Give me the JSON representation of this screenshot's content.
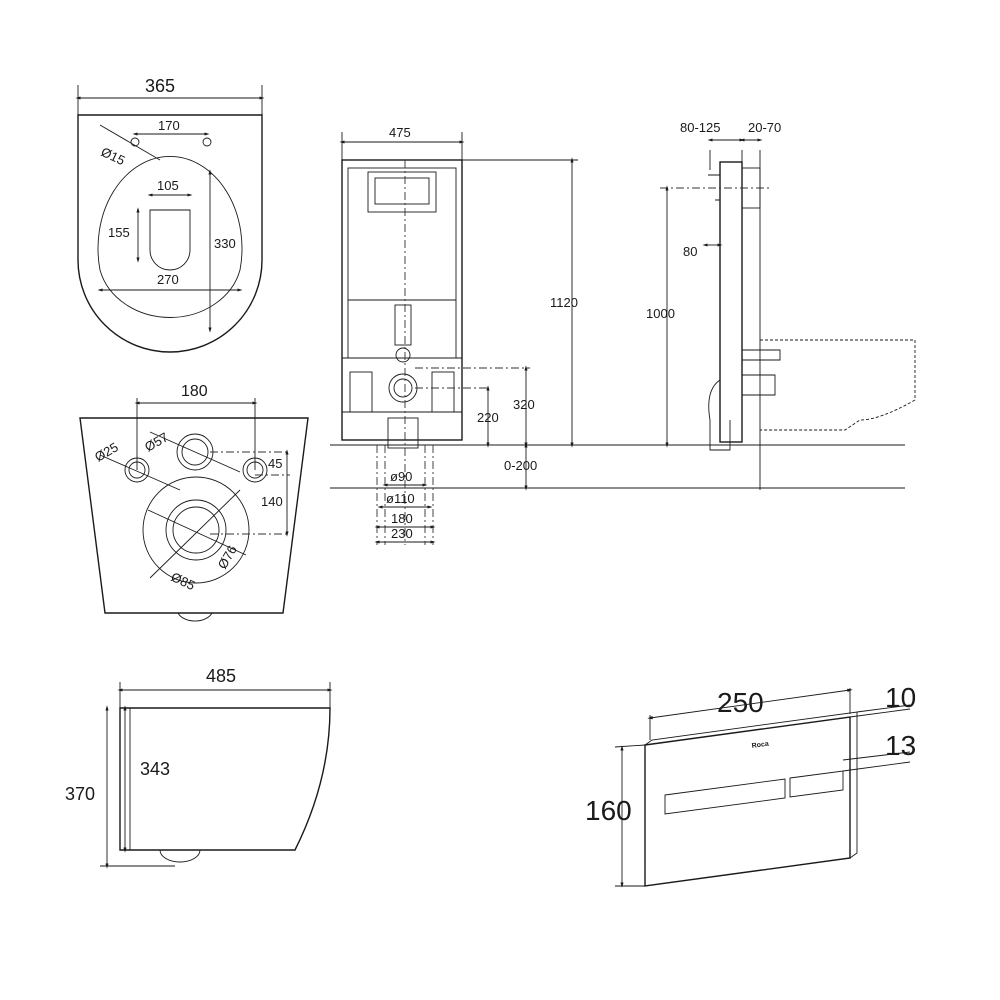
{
  "bowl_top_view": {
    "width": "365",
    "hole_spacing": "170",
    "hole_diameter": "Ø15",
    "opening_width": "105",
    "opening_height": "155",
    "inner_depth": "330",
    "inner_width": "270"
  },
  "bowl_rear_view": {
    "bolt_spacing": "180",
    "bolt_hole": "Ø25",
    "inlet": "Ø57",
    "offset_45": "45",
    "offset_140": "140",
    "outlet_inner": "Ø76",
    "outlet_outer": "Ø85"
  },
  "bowl_side_view": {
    "length": "485",
    "height": "370",
    "inner_height": "343"
  },
  "frame_front_view": {
    "width": "475",
    "height": "1120",
    "outlet_height": "320",
    "inlet_height": "220",
    "floor_adjust": "0-200",
    "pipe_90": "ø90",
    "pipe_110": "ø110",
    "width_180": "180",
    "width_230": "230"
  },
  "frame_side_view": {
    "depth_range": "80-125",
    "wall_range": "20-70",
    "offset_80": "80",
    "height_1000": "1000"
  },
  "flush_plate": {
    "width": "250",
    "thickness": "10",
    "depth": "13",
    "height": "160",
    "brand": "Roca"
  }
}
